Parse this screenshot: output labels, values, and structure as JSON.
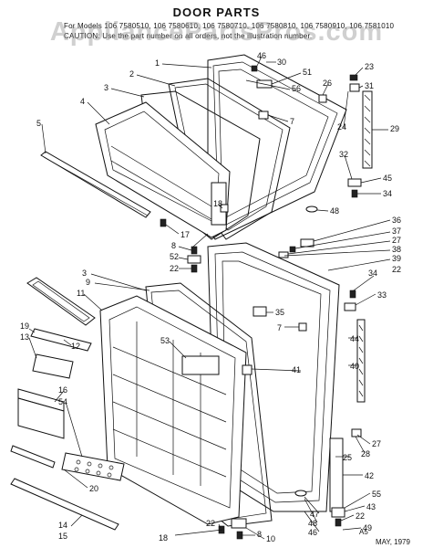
{
  "header": {
    "title": "DOOR PARTS",
    "models_line": "For Models 106 7580510, 106 7580610, 106 7580710, 106 7580810, 106 7580910, 106 7581010",
    "caution_line": "CAUTION: Use the part number on all orders, not the illustration number.",
    "watermark": "AppliancePartsPros.com"
  },
  "footer": {
    "code": "A5",
    "date": "MAY, 1979"
  },
  "callouts": [
    {
      "id": "1",
      "text": "1"
    },
    {
      "id": "2",
      "text": "2"
    },
    {
      "id": "3a",
      "text": "3"
    },
    {
      "id": "4",
      "text": "4"
    },
    {
      "id": "5",
      "text": "5"
    },
    {
      "id": "46a",
      "text": "46"
    },
    {
      "id": "30",
      "text": "30"
    },
    {
      "id": "51",
      "text": "51"
    },
    {
      "id": "56",
      "text": "56"
    },
    {
      "id": "26",
      "text": "26"
    },
    {
      "id": "23",
      "text": "23"
    },
    {
      "id": "31",
      "text": "31"
    },
    {
      "id": "7a",
      "text": "7"
    },
    {
      "id": "24",
      "text": "24"
    },
    {
      "id": "29",
      "text": "29"
    },
    {
      "id": "32",
      "text": "32"
    },
    {
      "id": "45",
      "text": "45"
    },
    {
      "id": "34a",
      "text": "34"
    },
    {
      "id": "48a",
      "text": "48"
    },
    {
      "id": "18a",
      "text": "18"
    },
    {
      "id": "17",
      "text": "17"
    },
    {
      "id": "36",
      "text": "36"
    },
    {
      "id": "37",
      "text": "37"
    },
    {
      "id": "27a",
      "text": "27"
    },
    {
      "id": "38",
      "text": "38"
    },
    {
      "id": "39",
      "text": "39"
    },
    {
      "id": "22a",
      "text": "22"
    },
    {
      "id": "8a",
      "text": "8"
    },
    {
      "id": "52",
      "text": "52"
    },
    {
      "id": "22b",
      "text": "22"
    },
    {
      "id": "3b",
      "text": "3"
    },
    {
      "id": "9",
      "text": "9"
    },
    {
      "id": "11",
      "text": "11"
    },
    {
      "id": "34b",
      "text": "34"
    },
    {
      "id": "33",
      "text": "33"
    },
    {
      "id": "35",
      "text": "35"
    },
    {
      "id": "7b",
      "text": "7"
    },
    {
      "id": "19",
      "text": "19"
    },
    {
      "id": "13",
      "text": "13"
    },
    {
      "id": "12",
      "text": "12"
    },
    {
      "id": "53",
      "text": "53"
    },
    {
      "id": "44",
      "text": "44"
    },
    {
      "id": "40",
      "text": "40"
    },
    {
      "id": "41",
      "text": "41"
    },
    {
      "id": "16",
      "text": "16"
    },
    {
      "id": "54",
      "text": "54"
    },
    {
      "id": "27b",
      "text": "27"
    },
    {
      "id": "28",
      "text": "28"
    },
    {
      "id": "25",
      "text": "25"
    },
    {
      "id": "42",
      "text": "42"
    },
    {
      "id": "55",
      "text": "55"
    },
    {
      "id": "43",
      "text": "43"
    },
    {
      "id": "47",
      "text": "47"
    },
    {
      "id": "48b",
      "text": "48"
    },
    {
      "id": "46b",
      "text": "46"
    },
    {
      "id": "22c",
      "text": "22"
    },
    {
      "id": "49",
      "text": "49"
    },
    {
      "id": "20",
      "text": "20"
    },
    {
      "id": "14",
      "text": "14"
    },
    {
      "id": "15",
      "text": "15"
    },
    {
      "id": "18b",
      "text": "18"
    },
    {
      "id": "22d",
      "text": "22"
    },
    {
      "id": "8b",
      "text": "8"
    },
    {
      "id": "10",
      "text": "10"
    }
  ]
}
